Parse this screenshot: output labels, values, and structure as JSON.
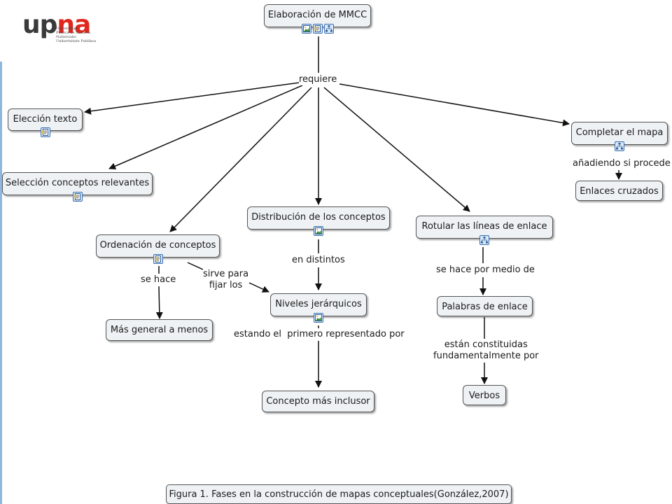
{
  "logo": {
    "word_a": "up",
    "word_b": "na",
    "sub_lines": [
      "Universidad",
      "Pública de Navarra",
      "Nafarroako",
      "Unibertsitate Publikoa"
    ]
  },
  "nodes": {
    "root": "Elaboración de MMCC",
    "eleccion": "Elección texto",
    "seleccion": "Selección conceptos relevantes",
    "ordenacion": "Ordenación de conceptos",
    "mas_general": "Más general a menos",
    "distribucion": "Distribución de los conceptos",
    "niveles": "Niveles jerárquicos",
    "concepto_inclusor": "Concepto más inclusor",
    "rotular": "Rotular las líneas de enlace",
    "palabras": "Palabras de enlace",
    "verbos": "Verbos",
    "completar": "Completar el mapa",
    "enlaces": "Enlaces cruzados"
  },
  "links": {
    "requiere": "requiere",
    "se_hace": "se hace",
    "sirve_para": "sirve para\nfijar los",
    "en_distintos": "en distintos",
    "estando": "estando el  primero representado por",
    "se_hace_medio": "se hace por medio de",
    "estan_constituidas": "están constituidas\nfundamentalmente por",
    "anadiendo": "añadiendo si procede"
  },
  "caption": "Figura 1. Fases en la construcción de mapas conceptuales(González,2007)",
  "colors": {
    "node_fill": "#eef2f4",
    "node_border": "#555555",
    "logo_red": "#e1261c",
    "icon_blue": "#3b6fb0"
  }
}
